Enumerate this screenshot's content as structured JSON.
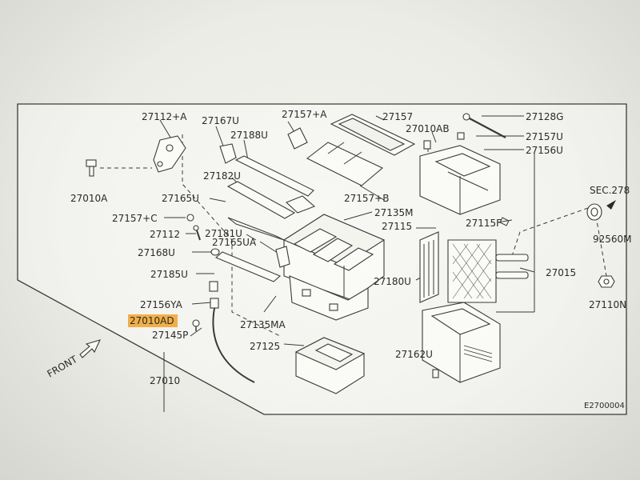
{
  "labels": {
    "p27112A": "27112+A",
    "p27167U": "27167U",
    "p27157A": "27157+A",
    "p27157": "27157",
    "p27128G": "27128G",
    "p27010AB": "27010AB",
    "p27157U": "27157U",
    "p27188U": "27188U",
    "p27156U": "27156U",
    "p27182U": "27182U",
    "p27010A": "27010A",
    "p27165U": "27165U",
    "p27157B": "27157+B",
    "p27135M": "27135M",
    "sec278": "SEC.278",
    "p27157C": "27157+C",
    "p27115F": "27115F",
    "p27115": "27115",
    "p92560M": "92560M",
    "p27112": "27112",
    "p27181U": "27181U",
    "p27165UA": "27165UA",
    "p27168U": "27168U",
    "p27015": "27015",
    "p27185U": "27185U",
    "p27180U": "27180U",
    "p27110N": "27110N",
    "p27156YA": "27156YA",
    "p27010AD": "27010AD",
    "p27135MA": "27135MA",
    "p27145P": "27145P",
    "p27125": "27125",
    "p27162U": "27162U",
    "front": "FRONT",
    "p27010": "27010",
    "code": "E2700004"
  },
  "colors": {
    "highlight": "#f0a22a",
    "line": "#3a3a3a"
  }
}
